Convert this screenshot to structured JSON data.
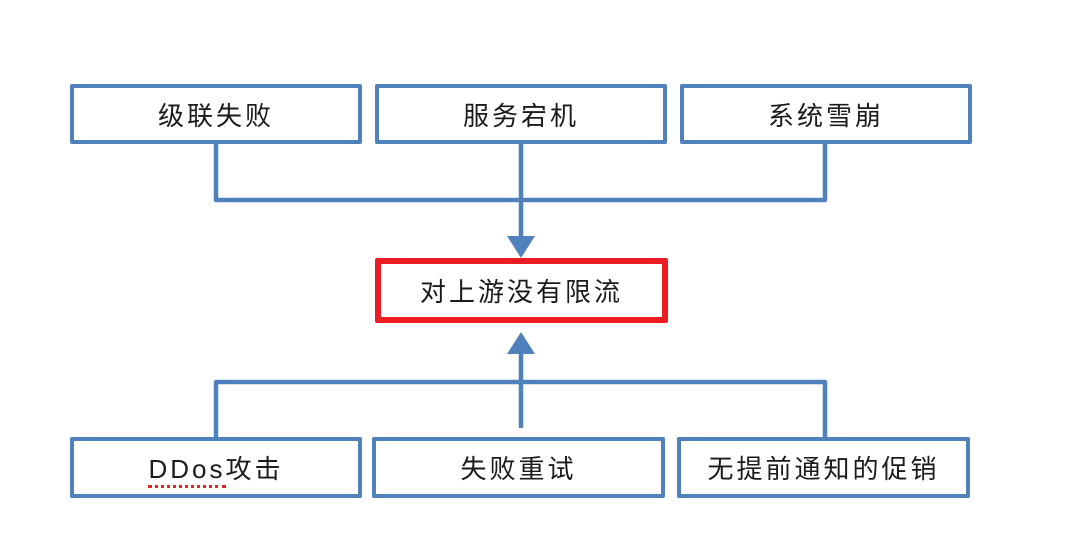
{
  "diagram": {
    "title_implied": "",
    "center_node": {
      "label": "对上游没有限流"
    },
    "top_causes": [
      {
        "label": "级联失败"
      },
      {
        "label": "服务宕机"
      },
      {
        "label": "系统雪崩"
      }
    ],
    "bottom_causes": [
      {
        "label": "DDos攻击",
        "misspelled_segment": "DDos",
        "segment_after": "攻击"
      },
      {
        "label": "失败重试"
      },
      {
        "label": "无提前通知的促销"
      }
    ]
  },
  "colors": {
    "connector_blue": "#4f81bd",
    "box_border_blue": "#4f81bd",
    "center_border_red": "#ed1c24",
    "spellcheck_underline_red": "#e02424",
    "text": "#1b1b1b",
    "background": "#ffffff"
  }
}
